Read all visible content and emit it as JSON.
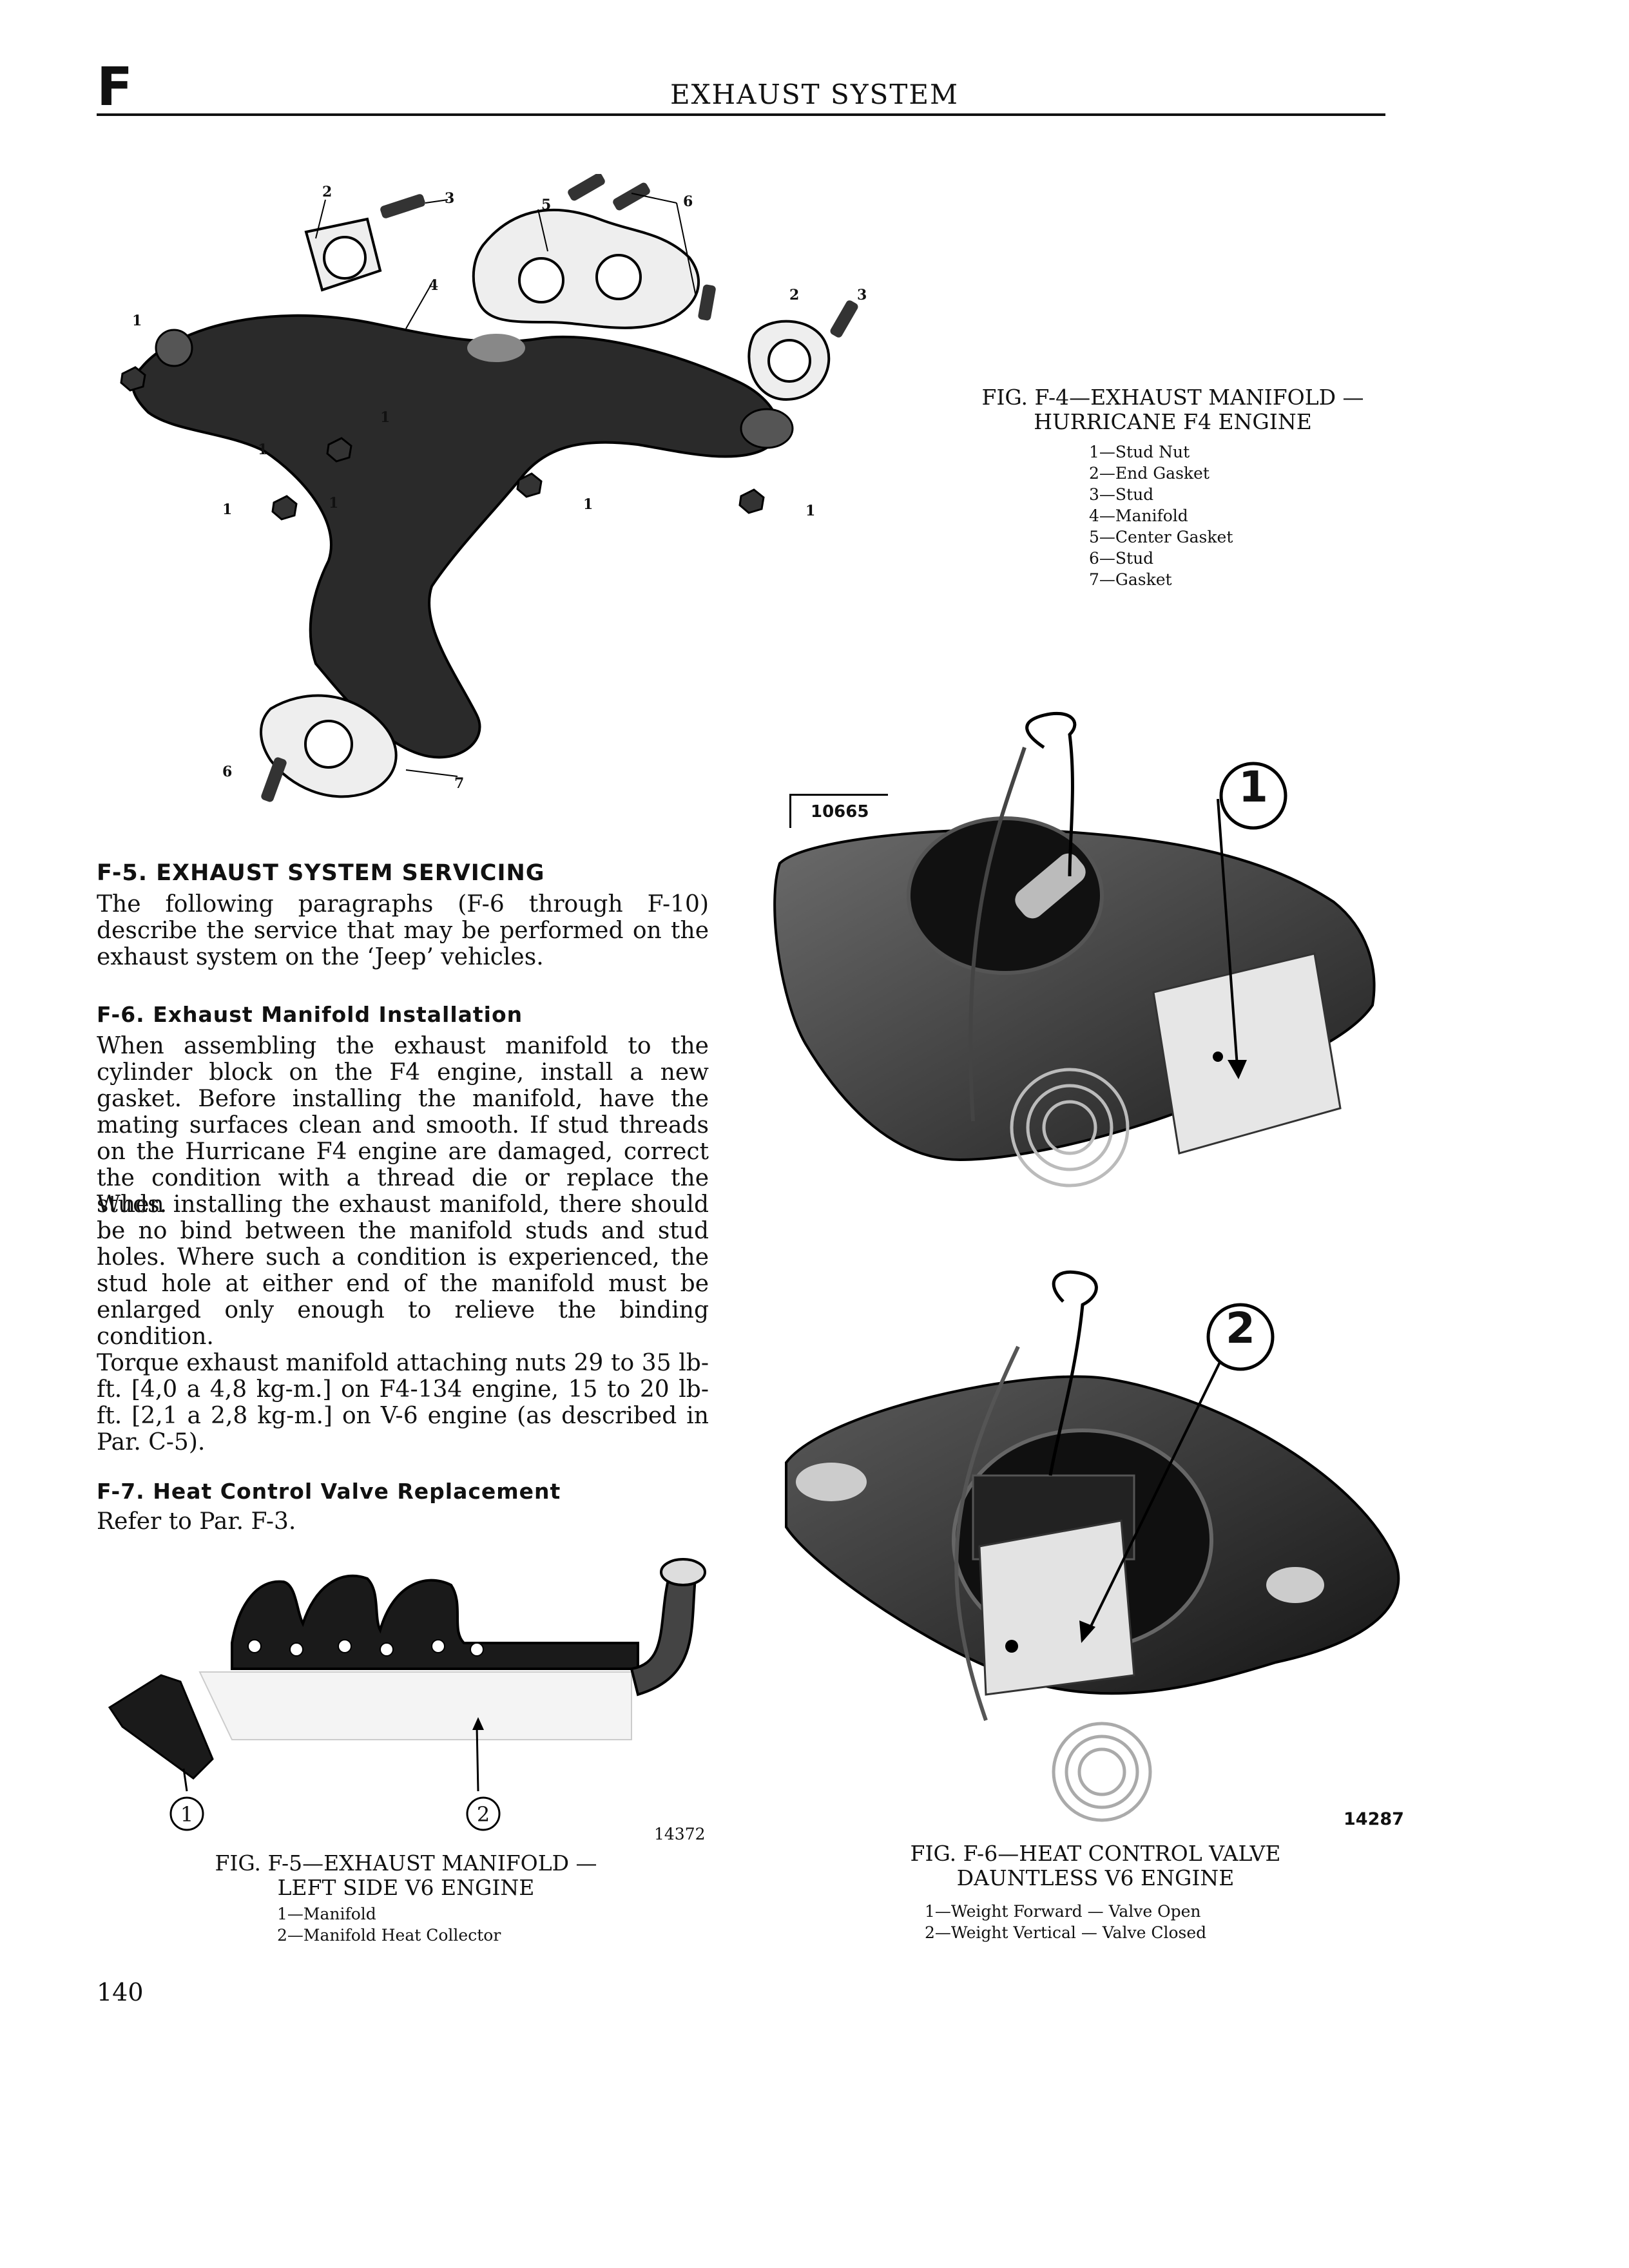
{
  "header": {
    "section_letter": "F",
    "title": "EXHAUST SYSTEM"
  },
  "fig_f4": {
    "caption": [
      "FIG. F-4—EXHAUST MANIFOLD —",
      "HURRICANE F4 ENGINE"
    ],
    "legend": [
      "1—Stud Nut",
      "2—End Gasket",
      "3—Stud",
      "4—Manifold",
      "5—Center Gasket",
      "6—Stud",
      "7—Gasket"
    ],
    "callouts": [
      "1",
      "2",
      "3",
      "4",
      "5",
      "6",
      "2",
      "3",
      "1",
      "1",
      "1",
      "1",
      "1",
      "1",
      "6",
      "7"
    ]
  },
  "fig_f6_top": {
    "code": "10665",
    "callout": "1"
  },
  "fig_f6_bottom": {
    "callout": "2",
    "code": "14287"
  },
  "section_f5": {
    "heading": "F-5. EXHAUST SYSTEM SERVICING",
    "body": "The following paragraphs (F-6 through F-10) describe the service that may be performed on the exhaust system on the ‘Jeep’ vehicles."
  },
  "section_f6": {
    "heading": "F-6. Exhaust Manifold Installation",
    "paragraphs": [
      "When assembling the exhaust manifold to the cylinder block on the F4 engine, install a new gasket. Before installing the manifold, have the mating surfaces clean and smooth. If stud threads on the Hurricane F4 engine are damaged, correct the condition with a thread die or replace the studs.",
      "When installing the exhaust manifold, there should be no bind between the manifold studs and stud holes. Where such a condition is experienced, the stud hole at either end of the manifold must be enlarged only enough to relieve the binding condition.",
      "Torque exhaust manifold attaching nuts 29 to 35 lb-ft. [4,0 a 4,8 kg-m.] on F4-134 engine, 15 to 20 lb-ft. [2,1 a 2,8 kg-m.] on V-6 engine (as described in Par. C-5)."
    ]
  },
  "section_f7": {
    "heading": "F-7. Heat Control Valve Replacement",
    "body": "Refer to Par. F-3."
  },
  "fig_f5": {
    "callouts": [
      "1",
      "2"
    ],
    "code": "14372",
    "caption": [
      "FIG. F-5—EXHAUST MANIFOLD —",
      "LEFT SIDE V6 ENGINE"
    ],
    "legend": [
      "1—Manifold",
      "2—Manifold Heat Collector"
    ]
  },
  "fig_f6": {
    "caption": [
      "FIG. F-6—HEAT CONTROL VALVE",
      "DAUNTLESS V6 ENGINE"
    ],
    "legend": [
      "1—Weight Forward — Valve Open",
      "2—Weight Vertical — Valve Closed"
    ]
  },
  "footer": {
    "page_number": "140"
  }
}
